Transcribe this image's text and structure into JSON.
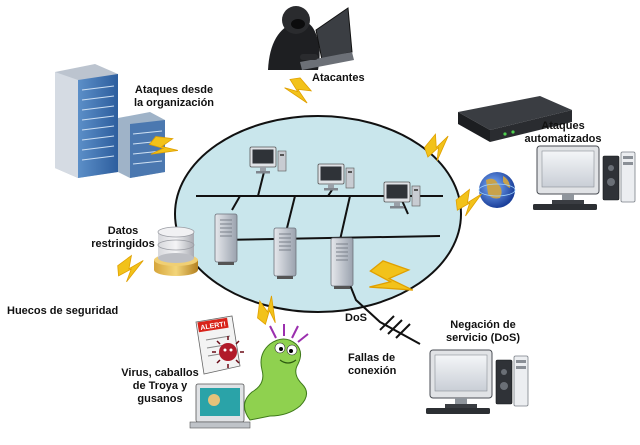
{
  "labels": {
    "attackers": "Atacantes",
    "internal_attacks": [
      "Ataques desde",
      "la organización"
    ],
    "automated_attacks": [
      "Ataques",
      "automatizados"
    ],
    "restricted_data": [
      "Datos",
      "restringidos"
    ],
    "security_holes": "Huecos de seguridad",
    "dos_short": "DoS",
    "connection_failures": [
      "Fallas de",
      "conexión"
    ],
    "dos_full": [
      "Negación de",
      "servicio (DoS)"
    ],
    "malware": [
      "Virus, caballos",
      "de Troya y",
      "gusanos"
    ],
    "alert_sign": "ALERT!"
  },
  "icons": [
    "hacker-icon",
    "server-tower-icon",
    "router-icon",
    "globe-icon",
    "workstation-icon",
    "database-icon",
    "server-icon",
    "monitor-icon",
    "lightning-icon",
    "virus-icon",
    "worm-icon",
    "alert-icon",
    "laptop-icon"
  ],
  "colors": {
    "network_fill": "#c9e6ec",
    "bolt_fill": "#f2c21a",
    "bolt_edge": "#e0a000",
    "cable": "#111111",
    "text": "#111111"
  }
}
